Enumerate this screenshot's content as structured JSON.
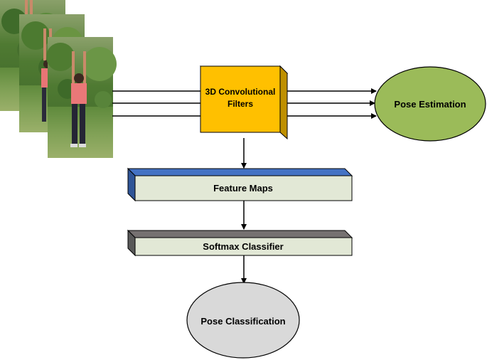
{
  "diagram": {
    "conv_label_line1": "3D Convolutional",
    "conv_label_line2": "Filters",
    "pose_estimation_label": "Pose Estimation",
    "feature_maps_label": "Feature Maps",
    "softmax_label": "Softmax Classifier",
    "pose_classification_label": "Pose Classification"
  },
  "colors": {
    "conv_front": "#FFC000",
    "conv_side": "#BF9000",
    "pose_estimation_fill": "#9BBB59",
    "feature_maps_top": "#4472C4",
    "feature_maps_front": "#E2E8D6",
    "softmax_top": "#767171",
    "pose_classification_fill": "#D9D9D9"
  },
  "input_frames": {
    "count": 3,
    "description_icon": "person-arms-raised-photo"
  }
}
